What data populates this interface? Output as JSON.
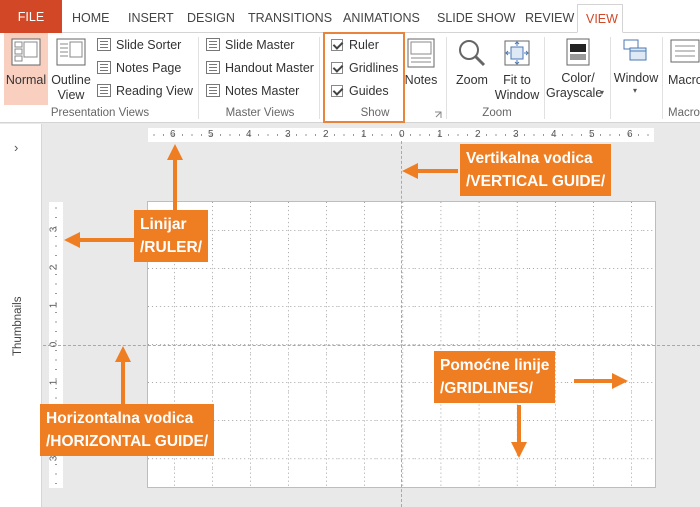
{
  "tabs": {
    "file": "FILE",
    "home": "HOME",
    "insert": "INSERT",
    "design": "DESIGN",
    "transitions": "TRANSITIONS",
    "animations": "ANIMATIONS",
    "slideshow": "SLIDE SHOW",
    "review": "REVIEW",
    "view": "VIEW"
  },
  "ribbon": {
    "presentation_views": {
      "label": "Presentation Views",
      "normal": "Normal",
      "outline_view": [
        "Outline",
        "View"
      ],
      "slide_sorter": "Slide Sorter",
      "notes_page": "Notes Page",
      "reading_view": "Reading View"
    },
    "master_views": {
      "label": "Master Views",
      "slide_master": "Slide Master",
      "handout_master": "Handout Master",
      "notes_master": "Notes Master"
    },
    "show": {
      "label": "Show",
      "ruler": "Ruler",
      "gridlines": "Gridlines",
      "guides": "Guides",
      "notes": "Notes",
      "ruler_checked": true,
      "gridlines_checked": true,
      "guides_checked": true
    },
    "zoom": {
      "label": "Zoom",
      "zoom": "Zoom",
      "fit_to_window": [
        "Fit to",
        "Window"
      ]
    },
    "color": {
      "color_grayscale": [
        "Color/",
        "Grayscale"
      ]
    },
    "window": {
      "window": "Window"
    },
    "macros": {
      "macros": "Macro",
      "label": "Macro"
    }
  },
  "thumbnails_label": "Thumbnails",
  "hruler_numbers": [
    "6",
    "5",
    "4",
    "3",
    "2",
    "1",
    "0",
    "1",
    "2",
    "3",
    "4",
    "5",
    "6"
  ],
  "vruler_numbers": [
    "3",
    "2",
    "1",
    "0",
    "1",
    "2",
    "3"
  ],
  "callouts": {
    "ruler": [
      "Linijar",
      "/RULER/"
    ],
    "vertical_guide": [
      "Vertikalna vodica",
      "/VERTICAL GUIDE/"
    ],
    "horizontal_guide": [
      "Horizontalna vodica",
      "/HORIZONTAL GUIDE/"
    ],
    "gridlines": [
      "Pomoćne linije",
      "/GRIDLINES/"
    ]
  },
  "colors": {
    "accent": "#d24726",
    "callout": "#ef7d22",
    "selected_bg": "#f9d0c0"
  }
}
